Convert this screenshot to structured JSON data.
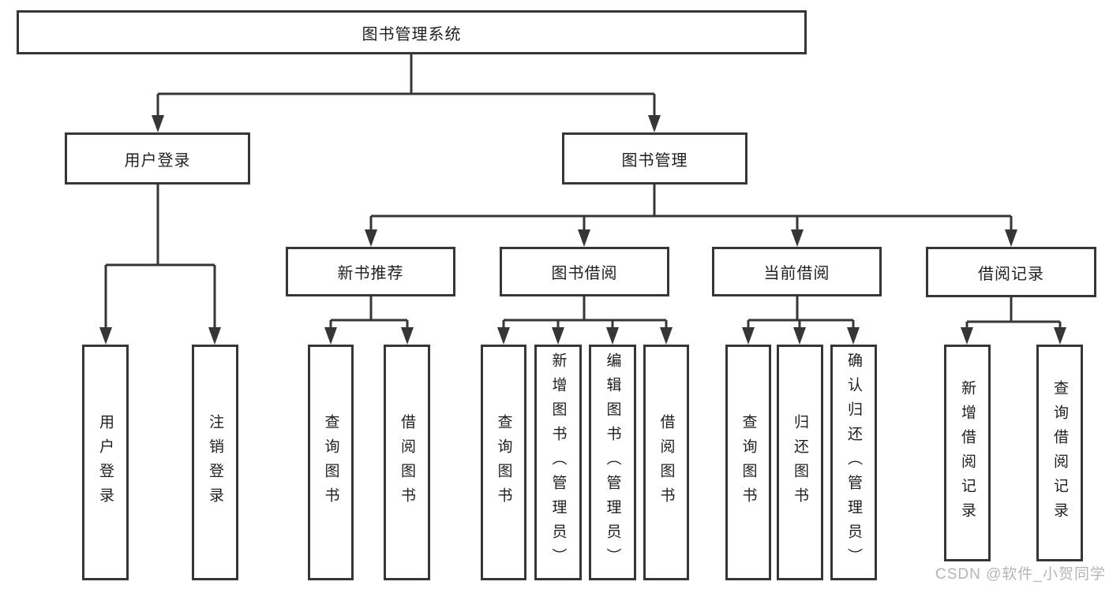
{
  "colors": {
    "line": "#363636",
    "box_border": "#363636",
    "text": "#1f1f1f",
    "background": "#ffffff",
    "watermark": "#b5b5b5"
  },
  "nodes": {
    "root": {
      "label": "图书管理系统"
    },
    "user_login": {
      "label": "用户登录"
    },
    "book_mgmt": {
      "label": "图书管理"
    },
    "new_book_rec": {
      "label": "新书推荐"
    },
    "book_borrow": {
      "label": "图书借阅"
    },
    "current_borrow": {
      "label": "当前借阅"
    },
    "borrow_records": {
      "label": "借阅记录"
    },
    "ul_user_login": {
      "label": "用户登录"
    },
    "ul_logout": {
      "label": "注销登录"
    },
    "nbr_query": {
      "label": "查询图书"
    },
    "nbr_borrow": {
      "label": "借阅图书"
    },
    "bb_query": {
      "label": "查询图书"
    },
    "bb_add": {
      "label": "新增图书（管理员）"
    },
    "bb_edit": {
      "label": "编辑图书（管理员）"
    },
    "bb_borrow": {
      "label": "借阅图书"
    },
    "cb_query": {
      "label": "查询图书"
    },
    "cb_return": {
      "label": "归还图书"
    },
    "cb_confirm": {
      "label": "确认归还（管理员）"
    },
    "br_add": {
      "label": "新增借阅记录"
    },
    "br_query": {
      "label": "查询借阅记录"
    }
  },
  "structure": {
    "图书管理系统": {
      "用户登录": [
        "用户登录",
        "注销登录"
      ],
      "图书管理": {
        "新书推荐": [
          "查询图书",
          "借阅图书"
        ],
        "图书借阅": [
          "查询图书",
          "新增图书（管理员）",
          "编辑图书（管理员）",
          "借阅图书"
        ],
        "当前借阅": [
          "查询图书",
          "归还图书",
          "确认归还（管理员）"
        ],
        "借阅记录": [
          "新增借阅记录",
          "查询借阅记录"
        ]
      }
    }
  },
  "watermark": {
    "text": "CSDN @软件_小贺同学"
  }
}
